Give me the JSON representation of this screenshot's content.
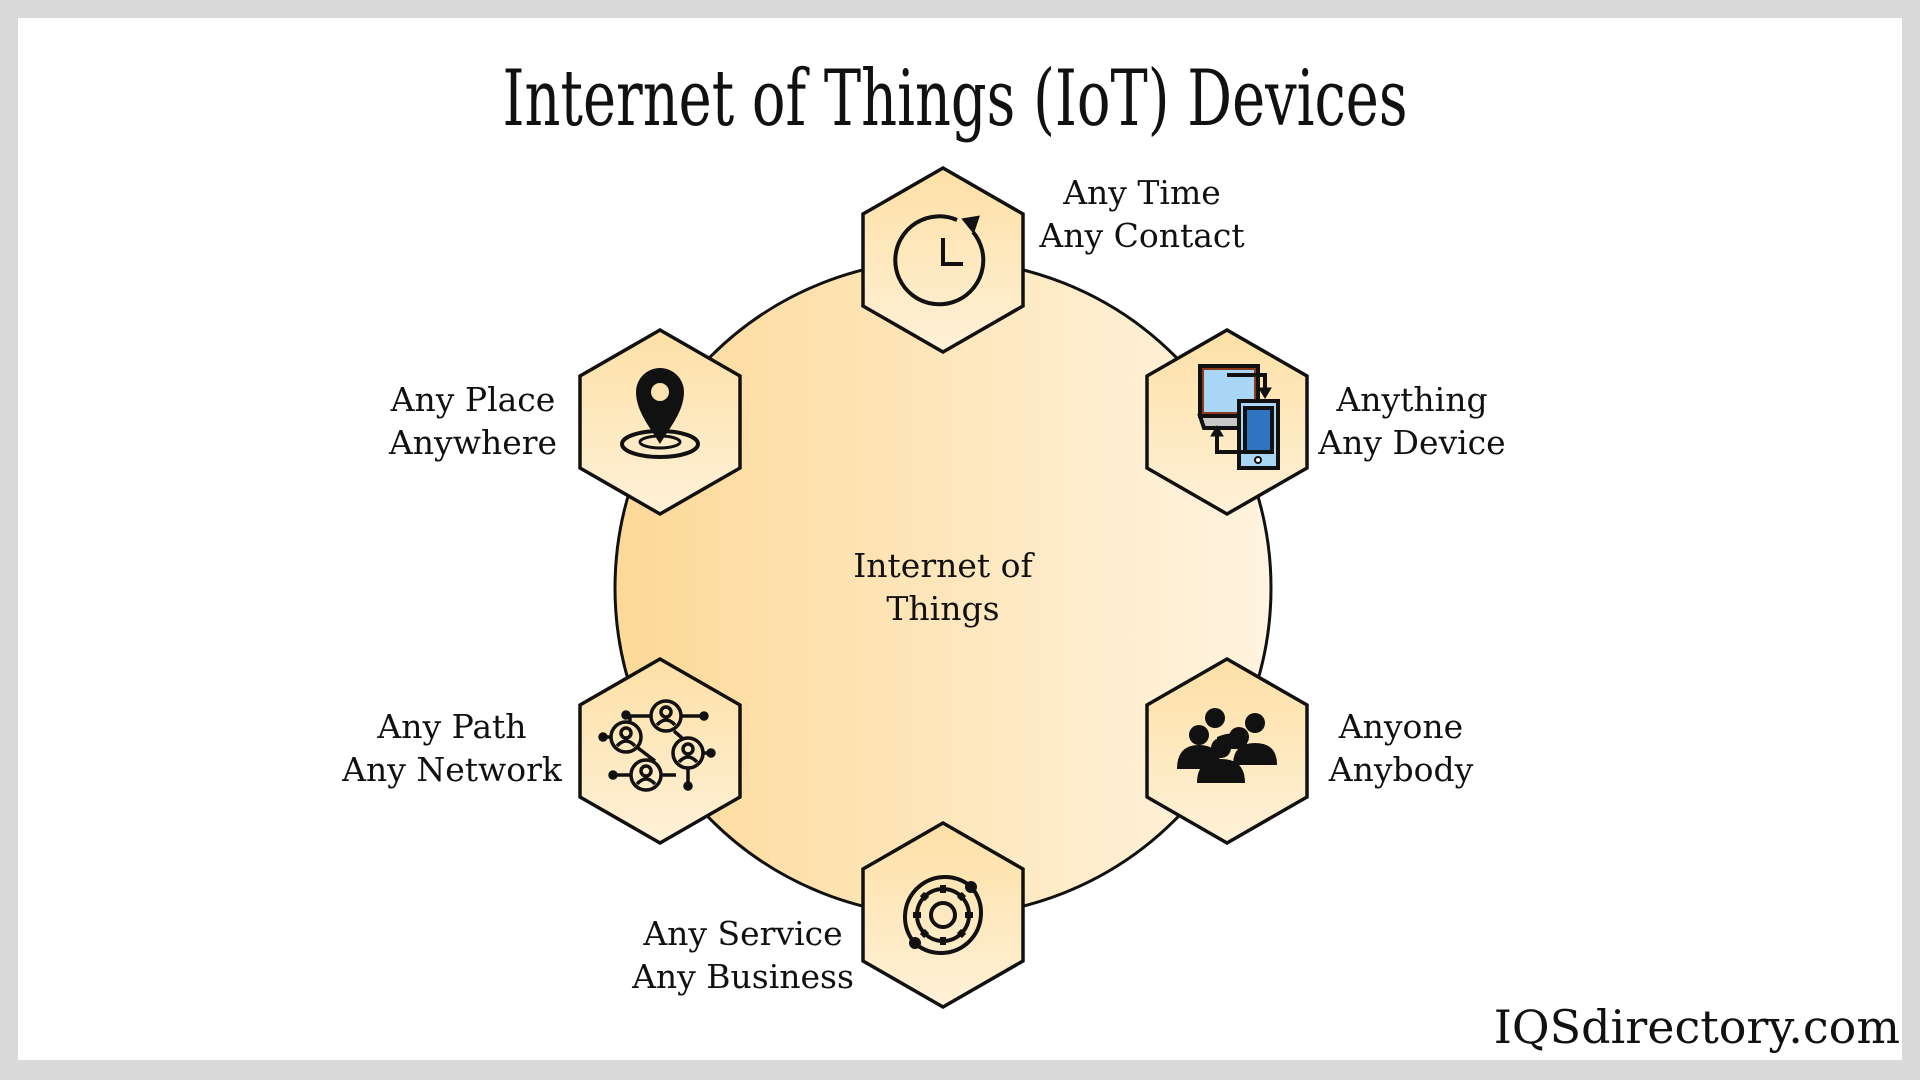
{
  "title": "Internet of Things (IoT) Devices",
  "center": {
    "line1": "Internet of",
    "line2": "Things"
  },
  "nodes": [
    {
      "icon": "clock-icon",
      "line1": "Any Time",
      "line2": "Any Contact"
    },
    {
      "icon": "devices-icon",
      "line1": "Anything",
      "line2": "Any Device"
    },
    {
      "icon": "people-icon",
      "line1": "Anyone",
      "line2": "Anybody"
    },
    {
      "icon": "gear-icon",
      "line1": "Any Service",
      "line2": "Any Business"
    },
    {
      "icon": "network-icon",
      "line1": "Any Path",
      "line2": "Any Network"
    },
    {
      "icon": "location-pin-icon",
      "line1": "Any Place",
      "line2": "Anywhere"
    }
  ],
  "footer": "IQSdirectory.com",
  "colors": {
    "circle_left": "#fdd998",
    "circle_right": "#fff4e0",
    "stroke": "#111111",
    "screen": "#a9d6f5",
    "phone": "#2e74c0",
    "frame": "#8b3a1a"
  }
}
